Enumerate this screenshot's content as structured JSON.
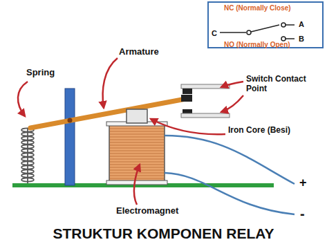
{
  "diagram": {
    "title": "STRUKTUR KOMPONEN RELAY",
    "nodes": [
      {
        "text": [
          "NC (Normally Close)",
          "C",
          "A",
          "B",
          "NO (Normally Open)"
        ]
      }
    ],
    "labels": [
      "Spring",
      "Armature",
      "Switch Contact Point",
      "Iron Core (Besi)",
      "Electromagnet",
      "+",
      "-"
    ]
  }
}
